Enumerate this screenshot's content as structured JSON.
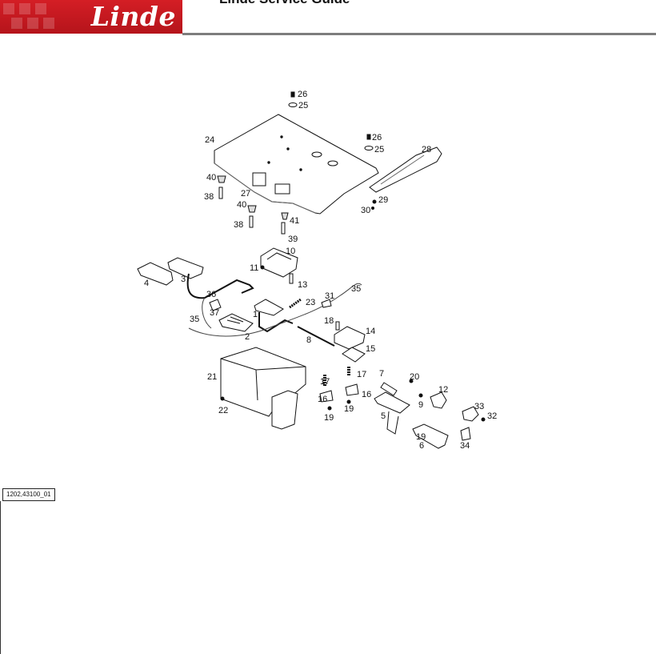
{
  "header": {
    "brand": "Linde",
    "title": "Linde Service Guide"
  },
  "figure_id": "1202,43100_01",
  "callouts": [
    "1",
    "2",
    "3",
    "4",
    "5",
    "6",
    "7",
    "8",
    "9",
    "10",
    "11",
    "12",
    "13",
    "14",
    "15",
    "16",
    "16",
    "17",
    "17",
    "18",
    "19",
    "19",
    "19",
    "20",
    "21",
    "22",
    "23",
    "24",
    "25",
    "25",
    "26",
    "26",
    "27",
    "28",
    "29",
    "30",
    "31",
    "32",
    "33",
    "34",
    "35",
    "35",
    "36",
    "37",
    "38",
    "38",
    "39",
    "40",
    "40",
    "41"
  ]
}
